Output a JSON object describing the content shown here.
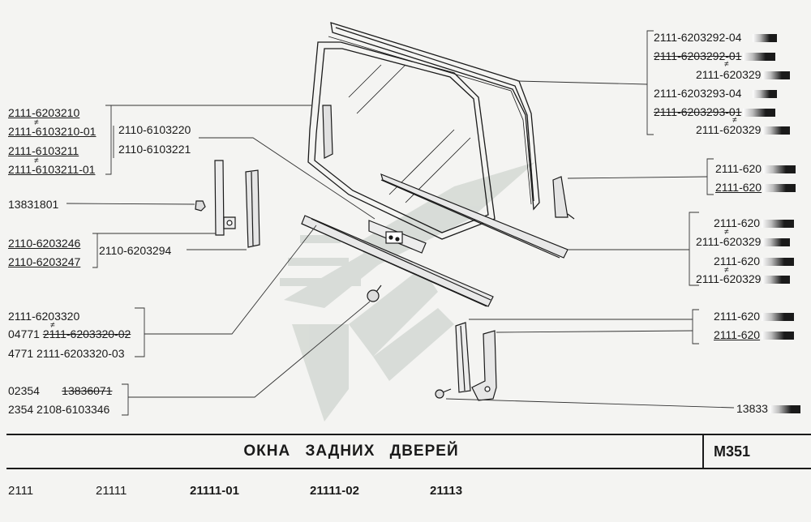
{
  "title": "ОКНА   ЗАДНИХ   ДВЕРЕЙ",
  "code": "М351",
  "models": [
    "2111",
    "21111",
    "21111-01",
    "21111-02",
    "21113"
  ],
  "ne_symbol": "≠",
  "labels": {
    "l1": "2111-6203210",
    "l2": "2111-6103210-01",
    "l3": "2111-6103211",
    "l4": "2111-6103211-01",
    "l5": "2110-6103220",
    "l6": "2110-6103221",
    "l7": "13831801",
    "l8": "2110-6203246",
    "l9": "2110-6203247",
    "l10": "2110-6203294",
    "l11": "2111-6203320",
    "l12a": "04771",
    "l12b": "2111-6203320-02",
    "l13": "4771 2111-6203320-03",
    "l14a": "02354",
    "l14b": "13836071",
    "l15": "2354  2108-6103346",
    "r1": "2111-6203292-04",
    "r2": "2111-6203292-01",
    "r3": "2111-620329",
    "r4": "2111-6203293-04",
    "r5": "2111-6203293-01",
    "r6": "2111-620329",
    "r7": "2111-620",
    "r8": "2111-620",
    "r9": "2111-620",
    "r10": "2111-620329",
    "r11": "2111-620",
    "r12": "2111-620329",
    "r13": "2111-620",
    "r14": "2111-620",
    "r15": "13833"
  }
}
